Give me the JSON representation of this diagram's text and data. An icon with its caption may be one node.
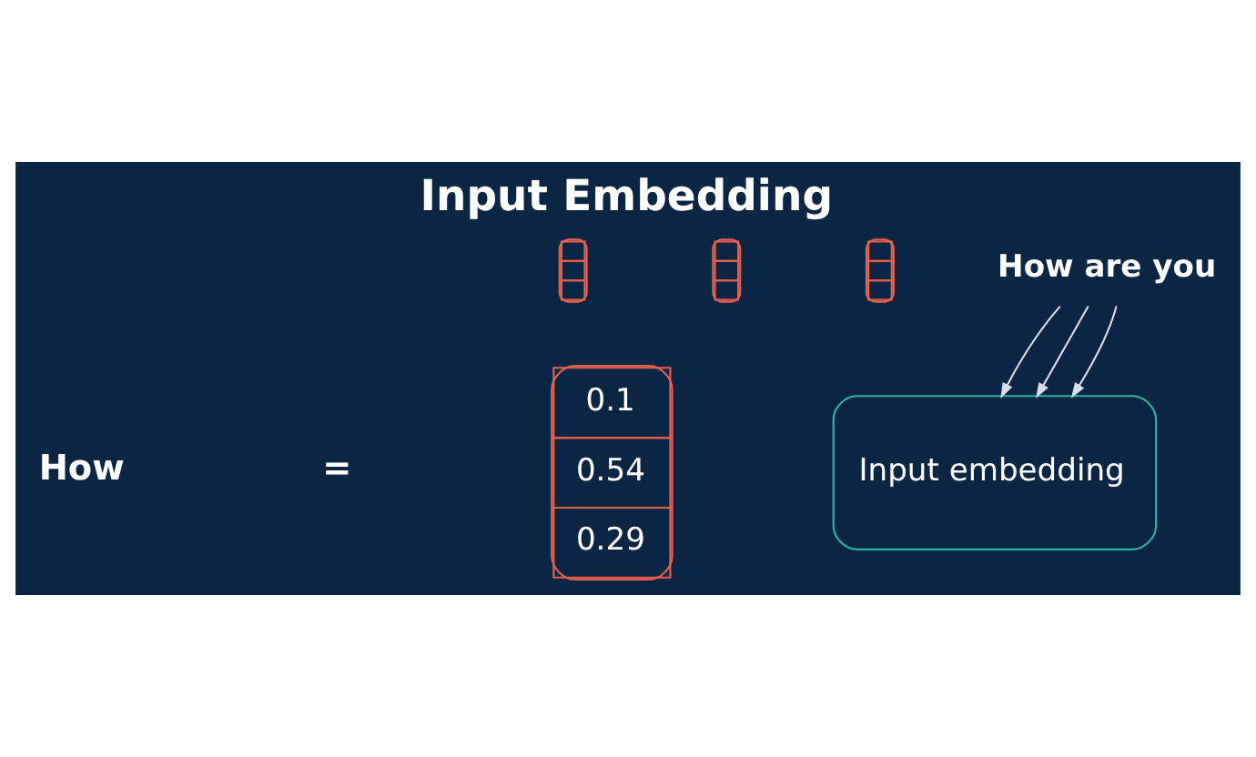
{
  "diagram": {
    "title": "Input Embedding",
    "nodes": [
      {
        "text": [
          "0.1",
          "0.54",
          "0.29"
        ]
      },
      {
        "text": [],
        "shape": "box"
      },
      {
        "text": [],
        "shape": "box"
      },
      {
        "text": [],
        "shape": "box"
      },
      {
        "text": [
          "Input embedding"
        ]
      },
      {
        "text": [
          "How are you"
        ]
      }
    ],
    "edges": [
      {
        "from": 5,
        "to": 4,
        "arrow": "to"
      },
      {
        "from": 5,
        "to": 4,
        "arrow": "to"
      },
      {
        "from": 5,
        "to": 4,
        "arrow": "to"
      }
    ],
    "labels": [
      "How",
      "="
    ]
  }
}
